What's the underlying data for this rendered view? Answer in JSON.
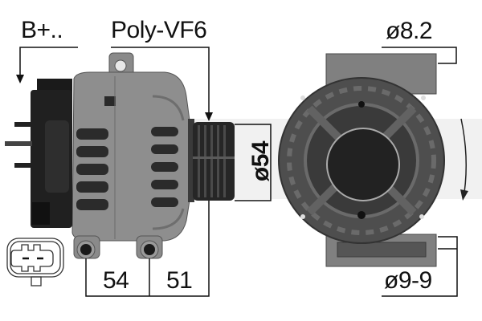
{
  "diagram": {
    "type": "alternator-technical-drawing",
    "labels": {
      "terminal": "B+..",
      "pulley_type": "Poly-VF6",
      "upper_mount_diameter": "ø8.2",
      "pulley_diameter": "ø54",
      "mount_spacing_a": "54",
      "mount_spacing_b": "51",
      "lower_mount_diameter": "ø9-9"
    },
    "views": [
      {
        "name": "side-view",
        "description": "Alternator side profile with regulator, pulley and mounting lugs"
      },
      {
        "name": "rear-view",
        "description": "Alternator rear end cover with mounting ears"
      },
      {
        "name": "connector-plug",
        "description": "2-pin connector outline"
      }
    ],
    "rotation": "clockwise",
    "colors": {
      "line": "#111111",
      "housing": "#8c8c8c",
      "housing_dark": "#5a5a5a",
      "regulator": "#1e1e1e",
      "pulley": "#2a2a2a",
      "watermark": "#ececec"
    }
  }
}
